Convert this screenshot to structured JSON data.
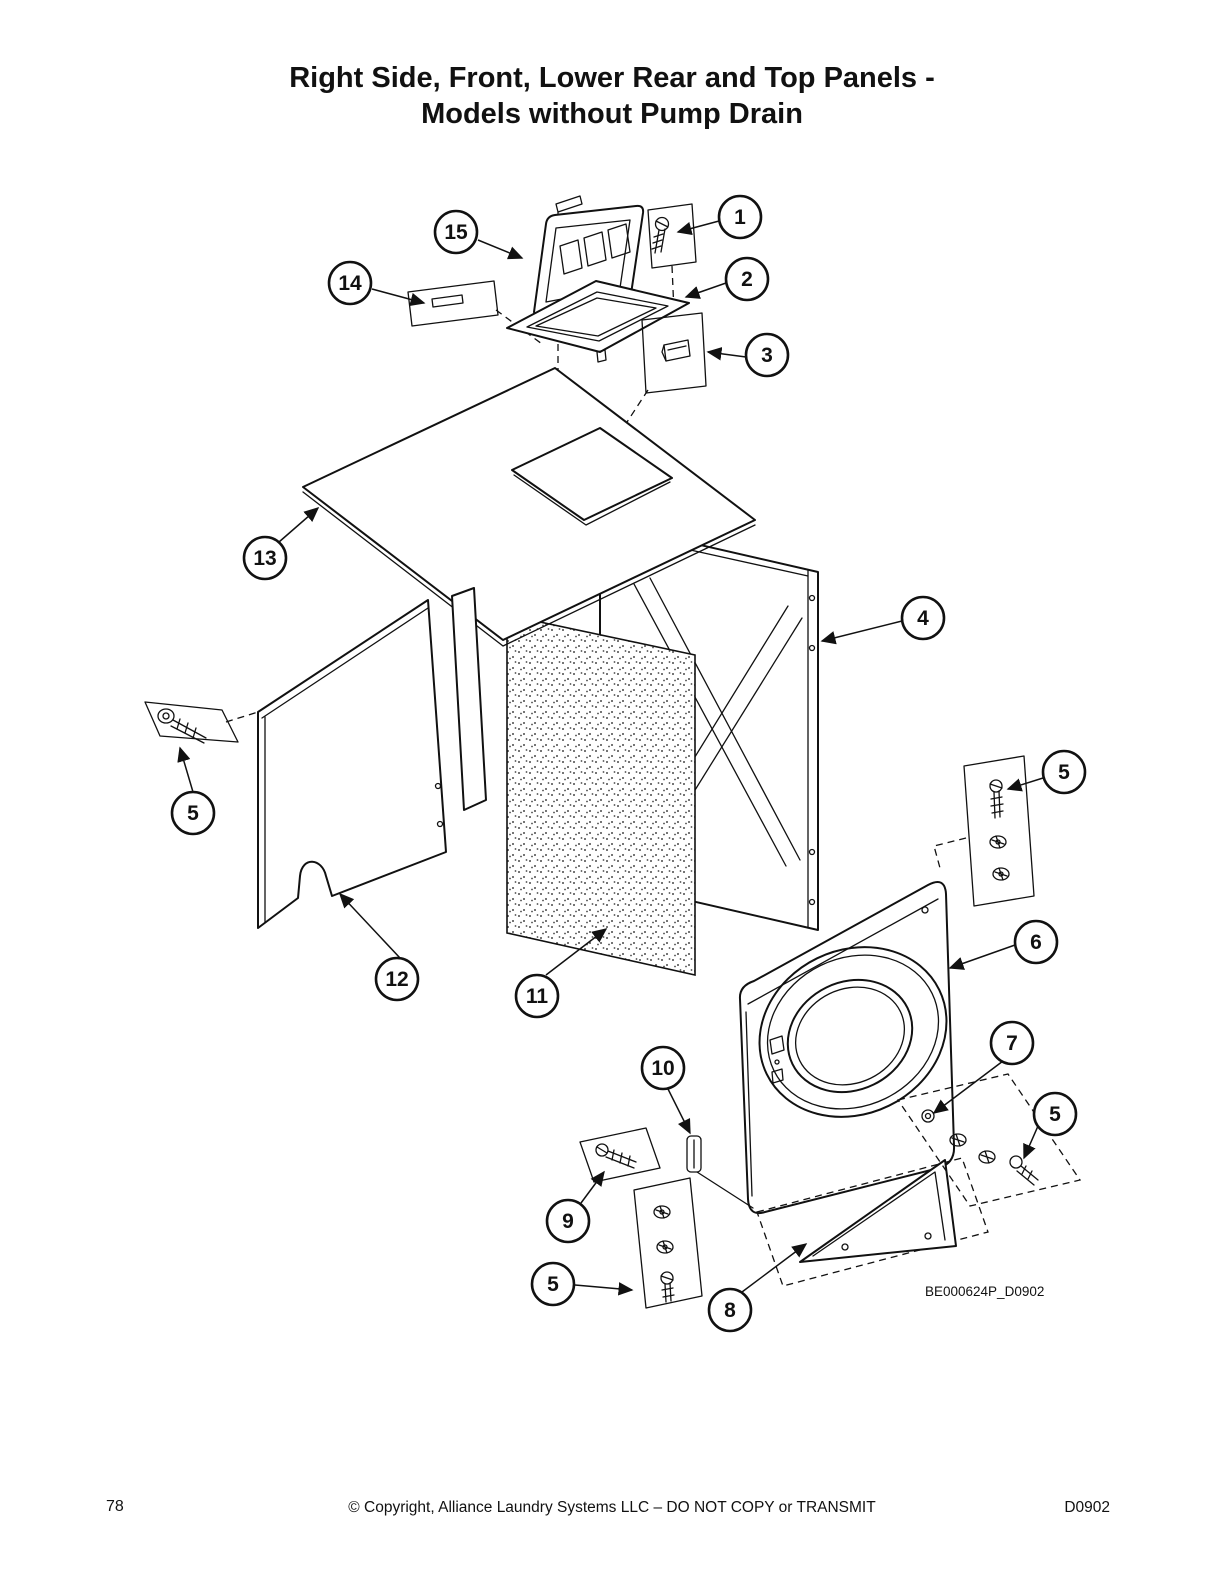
{
  "page": {
    "title_line1": "Right Side, Front, Lower Rear and Top Panels -",
    "title_line2": "Models without Pump Drain",
    "figure_code": "BE000624P_D0902",
    "page_number": "78",
    "copyright": "© Copyright, Alliance Laundry Systems LLC – DO NOT COPY or TRANSMIT",
    "doc_code": "D0902"
  },
  "callouts": [
    {
      "label": "15"
    },
    {
      "label": "1"
    },
    {
      "label": "14"
    },
    {
      "label": "2"
    },
    {
      "label": "3"
    },
    {
      "label": "13"
    },
    {
      "label": "4"
    },
    {
      "label": "5"
    },
    {
      "label": "5"
    },
    {
      "label": "12"
    },
    {
      "label": "11"
    },
    {
      "label": "6"
    },
    {
      "label": "10"
    },
    {
      "label": "7"
    },
    {
      "label": "5"
    },
    {
      "label": "9"
    },
    {
      "label": "5"
    },
    {
      "label": "8"
    }
  ]
}
